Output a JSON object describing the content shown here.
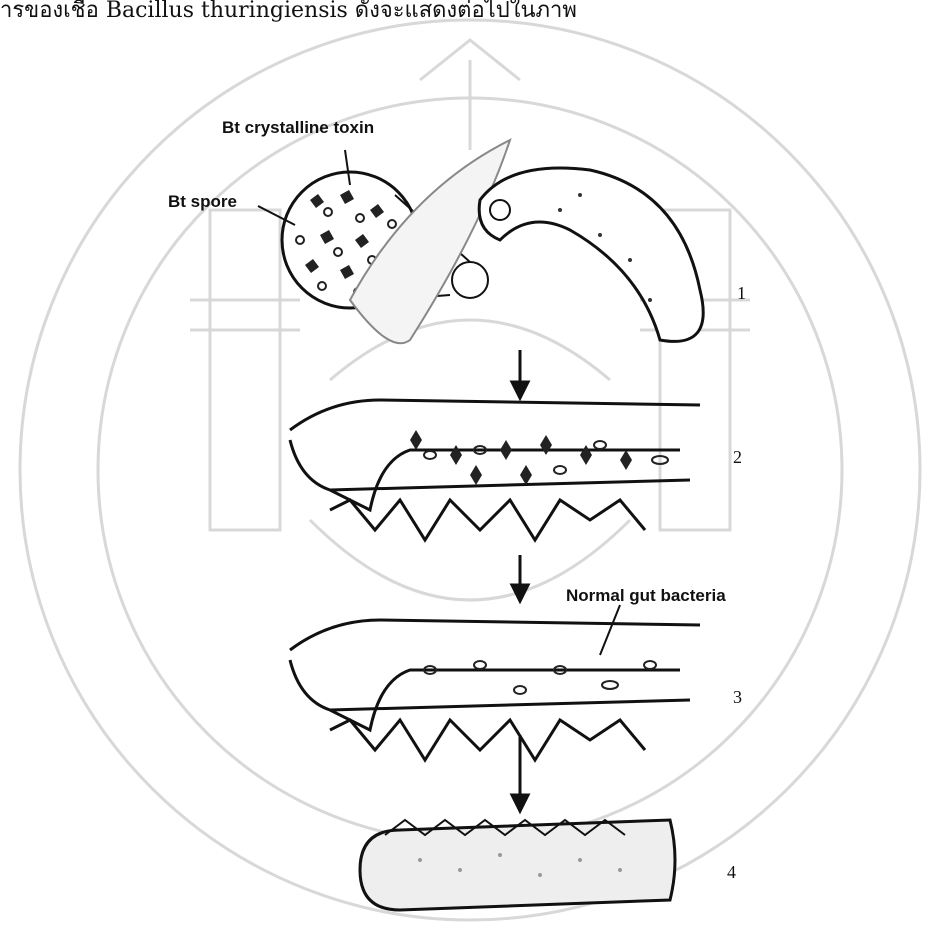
{
  "caption": "ารของเชื้อ Bacillus thuringiensis ดังจะแสดงต่อไปในภาพ",
  "labels": {
    "crystalline_toxin": "Bt crystalline toxin",
    "spore": "Bt spore",
    "normal_gut_bacteria": "Normal gut bacteria"
  },
  "stages": [
    "1",
    "2",
    "3",
    "4"
  ],
  "watermark": "seal of Rajamangala University of Technology (decorative background)"
}
